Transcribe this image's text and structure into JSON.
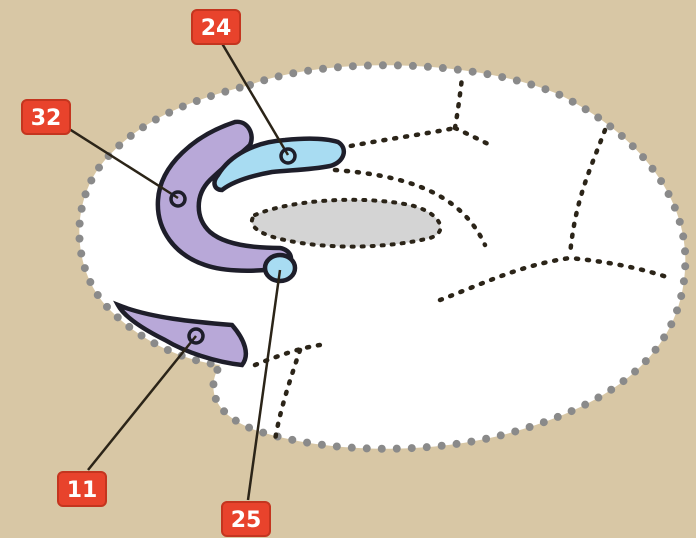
{
  "diagram": {
    "background_color": "#d8c7a5",
    "outline_color": "#8a8a8a",
    "leader_line_color": "#2b2418",
    "label_color": "#e8432c",
    "purple_part_color": "#b8a8d8",
    "blue_part_color": "#a8dcf2",
    "gray_region_color": "#d4d4d4",
    "labels": [
      {
        "id": "label-24",
        "text": "24"
      },
      {
        "id": "label-32",
        "text": "32"
      },
      {
        "id": "label-11",
        "text": "11"
      },
      {
        "id": "label-25",
        "text": "25"
      }
    ]
  }
}
